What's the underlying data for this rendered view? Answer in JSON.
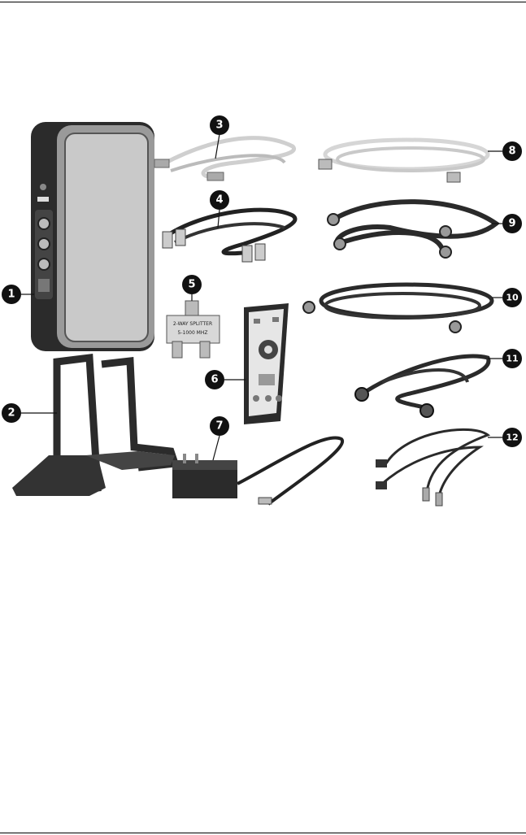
{
  "callouts": [
    {
      "id": 1,
      "label": "1"
    },
    {
      "id": 2,
      "label": "2"
    },
    {
      "id": 3,
      "label": "3"
    },
    {
      "id": 4,
      "label": "4"
    },
    {
      "id": 5,
      "label": "5"
    },
    {
      "id": 6,
      "label": "6"
    },
    {
      "id": 7,
      "label": "7"
    },
    {
      "id": 8,
      "label": "8"
    },
    {
      "id": 9,
      "label": "9"
    },
    {
      "id": 10,
      "label": "10"
    },
    {
      "id": 11,
      "label": "11"
    },
    {
      "id": 12,
      "label": "12"
    }
  ],
  "splitter": {
    "line1": "2-WAY SPLITTER",
    "line2": "5-1000 MHZ"
  },
  "colors": {
    "ink": "#111111",
    "device_frame": "#9a9a9a",
    "device_face": "#c8c8c8",
    "cable_dark": "#2a2a2a",
    "cable_light": "#d9d9d9"
  }
}
